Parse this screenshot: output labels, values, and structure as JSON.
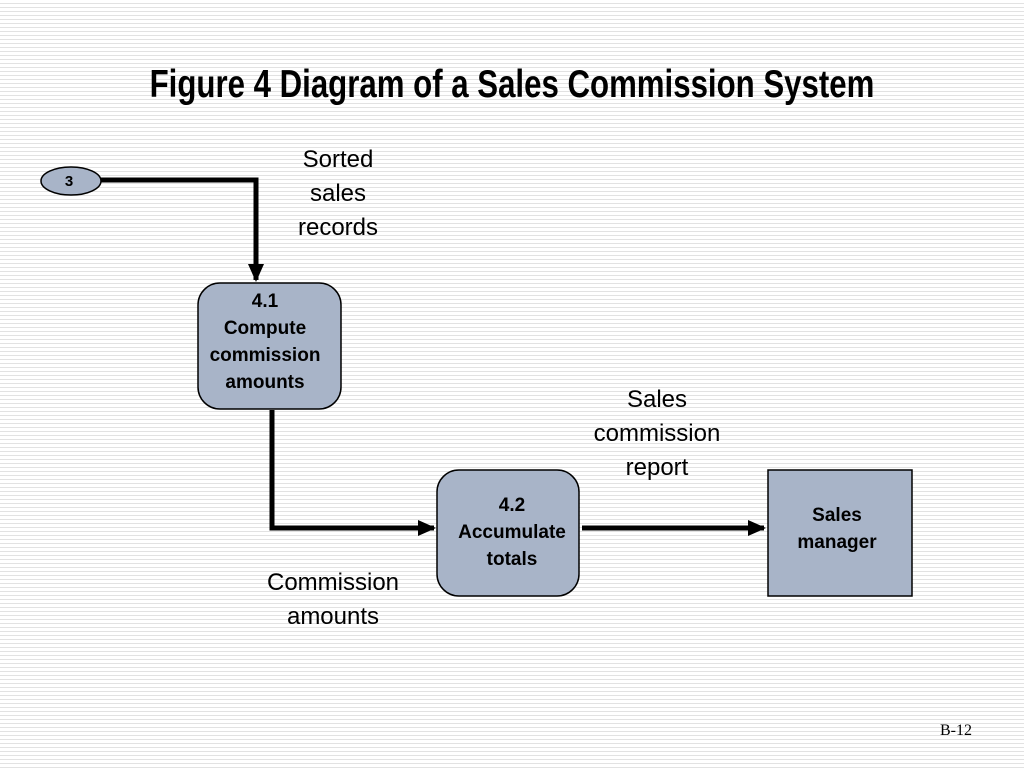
{
  "title": "Figure 4 Diagram of a Sales Commission System",
  "connector": {
    "label": "3"
  },
  "processes": {
    "compute": {
      "lines": [
        "4.1",
        "Compute",
        "commission",
        "amounts"
      ]
    },
    "accumulate": {
      "lines": [
        "4.2",
        "Accumulate",
        "totals"
      ]
    }
  },
  "entity": {
    "lines": [
      "Sales",
      "manager"
    ]
  },
  "flows": {
    "sorted": "Sorted\nsales\nrecords",
    "commission": "Commission\namounts",
    "report": "Sales\ncommission\nreport"
  },
  "colors": {
    "shape_fill": "#a8b4c8",
    "stroke": "#000000"
  },
  "page_number": "B-12"
}
